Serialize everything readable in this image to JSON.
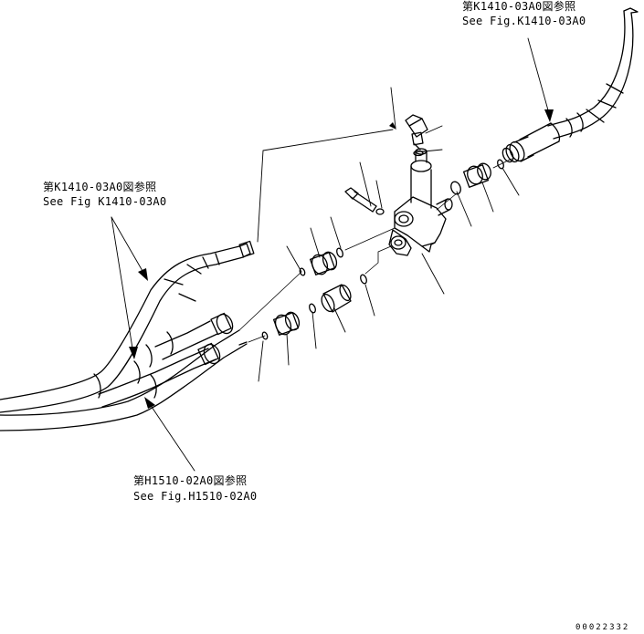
{
  "references": {
    "top_right": {
      "jp": "第K1410-03A0図参照",
      "en": "See Fig.K1410-03A0"
    },
    "left": {
      "jp": "第K1410-03A0図参照",
      "en": "See Fig K1410-03A0"
    },
    "bottom": {
      "jp": "第H1510-02A0図参照",
      "en": "See Fig.H1510-02A0"
    }
  },
  "drawing_code": "00022332"
}
